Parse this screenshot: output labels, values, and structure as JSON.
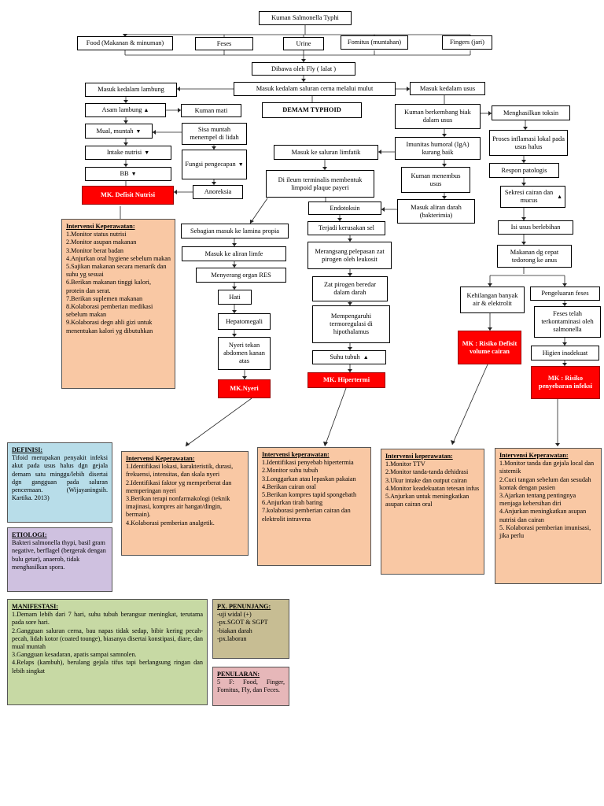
{
  "flow": {
    "title": "Kuman Salmonella Typhi",
    "sources": [
      "Food (Makanan & minuman)",
      "Feses",
      "Urine",
      "Fomitus (muntahan)",
      "Fingers (jari)"
    ],
    "fly": "Dibawa oleh Fly ( lalat )",
    "digestive": "Masuk kedalam saluran cerna melalui mulut",
    "stomach": "Masuk kedalam lambung",
    "intestine": "Masuk kedalam usus",
    "acid": "Asam lambung",
    "germs_dead": "Kuman mati",
    "disease": "DEMAM TYPHOID",
    "germs_grow": "Kuman berkembang biak dalam usus",
    "toxin": "Menghasilkan toksin",
    "nausea": "Mual, muntah",
    "vomit_residue": "Sisa muntah menempel di lidah",
    "humoral": "Imunitas humoral (IgA) kurang baik",
    "inflammation": "Proses inflamasi lokal pada usus halus",
    "intake": "Intake nutrisi",
    "taste": "Fungsi pengecapan",
    "lymph": "Masuk ke saluran limfatik",
    "pathologic": "Respon patologis",
    "bw": "BB",
    "ileum": "Di ileum terminalis membentuk limpoid plaque payeri",
    "penetrate": "Kuman menembus usus",
    "anorexia": "Anoreksia",
    "secretion": "Sekresi cairan dan mucus",
    "dx_nutrition": "MK. Defisit Nutrisi",
    "blood": "Masuk aliran darah (bakterimia)",
    "endotoxin": "Endotoksin",
    "lamina": "Sebagian masuk ke lamina propia",
    "cell_damage": "Terjadi kerusakan sel",
    "gut_content": "Isi usus berlebihan",
    "lymph_flow": "Masuk ke aliran limfe",
    "pyrogen": "Merangsang pelepasan zat pirogen oleh leukosit",
    "food_fast": "Makanan dg cepat tedorong ke anus",
    "res": "Menyerang organ RES",
    "pyrogen_blood": "Zat pirogen beredar dalam darah",
    "fluid_loss": "Kehilangan banyak air & elektrolit",
    "feces_out": "Pengeluaran feses",
    "liver": "Hati",
    "thermo": "Mempengaruhi termoregulasi di hipothalamus",
    "contaminated": "Feses telah terkontaminasi oleh salmonella",
    "hepato": "Hepatomegali",
    "dx_fluid": "MK : Risiko Defisit volume cairan",
    "tender": "Nyeri tekan abdomen kanan atas",
    "temp": "Suhu tubuh",
    "hygiene": "Higien inadekuat",
    "dx_pain": "MK.Nyeri",
    "dx_fever": "MK. Hipertermi",
    "dx_infection": "MK : Risiko penyebaran infeksi"
  },
  "panels": {
    "int_nutrition": {
      "title": "Intervensi Keperawatan",
      "items": [
        "1.Monitor status nutrisi",
        "2.Monitor asupan makanan",
        "3.Monitor berat badan",
        "4.Anjurkan oral hygiene sebelum makan",
        "5.Sajikan makanan secara menarik dan suhu yg sesuai",
        "6.Berikan makanan tinggi kalori, protein dan serat.",
        "7.Berikan suplemen makanan",
        "8.Kolaborasi pemberian medikasi sebelum makan",
        "9.Kolaborasi degn ahli gizi untuk menentukan kalori yg dibutuhkan"
      ]
    },
    "definition": {
      "title": "DEFINISI",
      "text": "Tifoid merupakan penyakit infeksi akut pada usus halus dgn gejala demam satu minggu/lebih disertai dgn gangguan pada saluran pencernaan. (Wijayaningsih. Kartika. 2013)"
    },
    "etiology": {
      "title": "ETIOLOGI",
      "text": "Bakteri salmonella thypi, basil gram negative, berflagel (bergerak dengan bulu getar), anaerob, tidak menghasilkan spora."
    },
    "int_pain": {
      "title": "Intervensi Keperawatan",
      "items": [
        "1.Identifikasi lokasi, karakteristik, durasi, frekuensi, intensitas, dan skala nyeri",
        "2.Identifikasi faktor yg memperberat dan memperingan nyeri",
        "3.Berikan terapi nonfarmakologi (teknik imajinasi, kompres air hangat/dingin, bermain).",
        "4.Kolaborasi pemberian analgetik."
      ]
    },
    "int_fever": {
      "title": "Intervensi keperawatan",
      "items": [
        "1.Identifikasi penyebab hipertermia",
        "2.Monitor suhu tubuh",
        "3.Longgarkan atau lepaskan pakaian",
        "4.Berikan cairan oral",
        "5.Berikan kompres tapid spongebath",
        "6.Anjurkan tirah baring",
        "7.kolaborasi pemberian cairan dan elektrolit intravena"
      ]
    },
    "int_fluid": {
      "title": "Intervensi keperawatan",
      "items": [
        "1.Monitor TTV",
        "2.Monitor tanda-tanda dehidrasi",
        "3.Ukur intake dan output cairan",
        "4.Monitor keadekuatan tetesan infus",
        "5.Anjurkan untuk meningkatkan asupan cairan oral"
      ]
    },
    "int_infection": {
      "title": "Intervensi Keperawatan",
      "items": [
        "1.Monitor tanda dan gejala local dan sistemik",
        "2.Cuci tangan sebelum dan sesudah kontak dengan pasien",
        "3.Ajarkan tentang pentingnya menjaga kebersihan diri",
        "4.Anjurkan meningkatkan asupan nutrisi dan cairan",
        "5. Kolaborasi pemberian imunisasi, jika perlu"
      ]
    },
    "manifest": {
      "title": "MANIFESTASI",
      "items": [
        "1.Demam lebih dari 7 hari, suhu tubuh berangsur meningkat, terutama pada sore hari.",
        "2.Gangguan saluran cerna, bau napas tidak sedap, bibir kering pecah-pecah, lidah kotor (coated tounge), biasanya disertai konstipasi, diare, dan mual muntah",
        "3.Gangguan kesadaran, apatis sampai samnolen.",
        "4.Relaps (kambuh), berulang gejala tifus tapi berlangsung ringan dan lebih singkat"
      ]
    },
    "support": {
      "title": "PX. PENUNJANG",
      "items": [
        "-uji widal (+)",
        "-px.SGOT & SGPT",
        "-biakan darah",
        "-px.laboran"
      ]
    },
    "transmission": {
      "title": "PENULARAN",
      "text": "5 F: Food, Finger, Fomitus, Fly, dan Feces."
    }
  },
  "colors": {
    "red": "#ff0000",
    "orange": "#f9c8a4",
    "blue": "#b8dde9",
    "purple": "#cfc1e0",
    "green": "#c7d9a4",
    "khaki": "#c7bd93",
    "pink": "#e6b7b9"
  }
}
